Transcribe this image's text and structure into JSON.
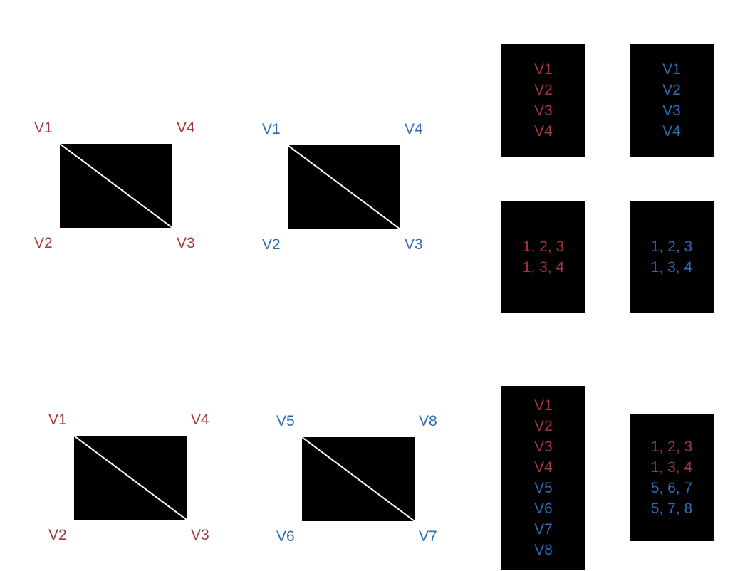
{
  "colors": {
    "red": "#A0393A",
    "blue": "#2B6CB3",
    "fill": "#000000",
    "diagonal": "#ffffff"
  },
  "quad_red_top": {
    "v1": "V1",
    "v2": "V2",
    "v3": "V3",
    "v4": "V4"
  },
  "quad_blue_top": {
    "v1": "V1",
    "v2": "V2",
    "v3": "V3",
    "v4": "V4"
  },
  "quad_red_bottom": {
    "v1": "V1",
    "v2": "V2",
    "v3": "V3",
    "v4": "V4"
  },
  "quad_blue_bottom": {
    "v1": "V5",
    "v2": "V6",
    "v3": "V7",
    "v4": "V8"
  },
  "vertex_box_red": [
    "V1",
    "V2",
    "V3",
    "V4"
  ],
  "vertex_box_blue": [
    "V1",
    "V2",
    "V3",
    "V4"
  ],
  "index_box_red": [
    "1, 2, 3",
    "1, 3, 4"
  ],
  "index_box_blue": [
    "1, 2, 3",
    "1, 3, 4"
  ],
  "merged_vertex_box": [
    {
      "text": "V1",
      "color": "red"
    },
    {
      "text": "V2",
      "color": "red"
    },
    {
      "text": "V3",
      "color": "red"
    },
    {
      "text": "V4",
      "color": "red"
    },
    {
      "text": "V5",
      "color": "blue"
    },
    {
      "text": "V6",
      "color": "blue"
    },
    {
      "text": "V7",
      "color": "blue"
    },
    {
      "text": "V8",
      "color": "blue"
    }
  ],
  "merged_index_box": [
    {
      "text": "1, 2, 3",
      "color": "red"
    },
    {
      "text": "1, 3, 4",
      "color": "red"
    },
    {
      "text": "5, 6, 7",
      "color": "blue"
    },
    {
      "text": "5, 7, 8",
      "color": "blue"
    }
  ]
}
